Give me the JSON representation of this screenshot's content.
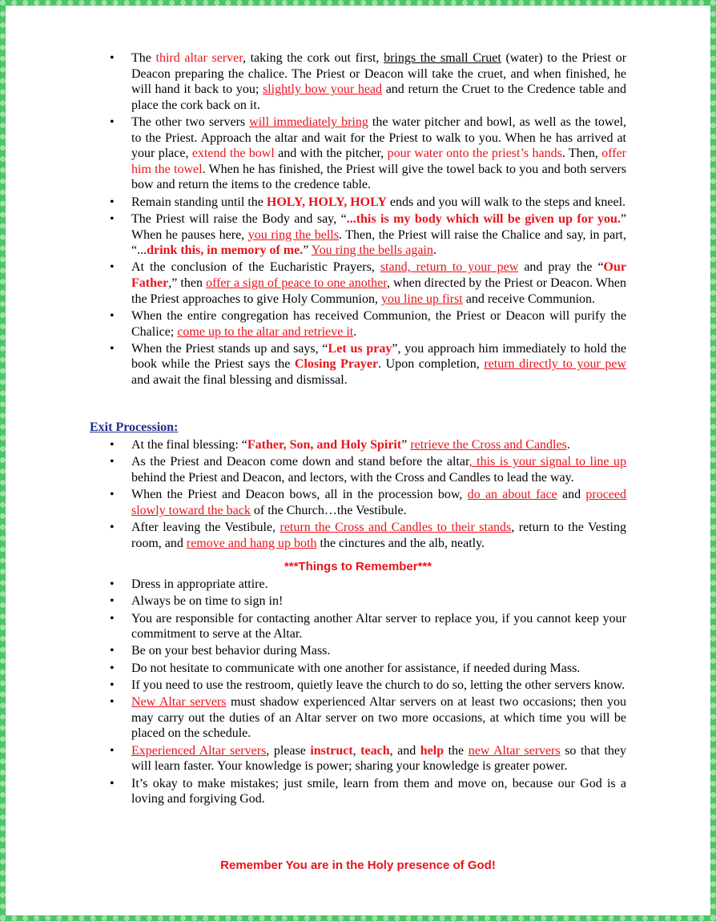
{
  "section1": {
    "items": [
      [
        {
          "t": "The ",
          "s": ""
        },
        {
          "t": "third altar server",
          "s": "r"
        },
        {
          "t": ", taking the cork out first, ",
          "s": ""
        },
        {
          "t": "brings the small Cruet",
          "s": "u"
        },
        {
          "t": " (water) to the Priest or Deacon preparing the chalice.  The Priest or Deacon will take the cruet, and when finished, he will hand it back to you; ",
          "s": ""
        },
        {
          "t": "slightly bow your head",
          "s": "ru"
        },
        {
          "t": " and return the Cruet to the Credence table and place the cork back on it.",
          "s": ""
        }
      ],
      [
        {
          "t": "The other two servers ",
          "s": ""
        },
        {
          "t": "will immediately bring",
          "s": "ru"
        },
        {
          "t": " the water pitcher and bowl, as well as the towel, to the Priest.  Approach the altar and wait for the Priest to walk to you.  When he has arrived at your place, ",
          "s": ""
        },
        {
          "t": "extend the bowl",
          "s": "r"
        },
        {
          "t": " and with the pitcher, ",
          "s": ""
        },
        {
          "t": "pour water onto the priest’s hands",
          "s": "r"
        },
        {
          "t": ".  Then, ",
          "s": ""
        },
        {
          "t": "offer him the towel",
          "s": "r"
        },
        {
          "t": ".  When he has finished, the Priest will give the towel back to you and both servers bow and return the items to the credence table.",
          "s": ""
        }
      ],
      [
        {
          "t": "Remain standing until the ",
          "s": ""
        },
        {
          "t": "HOLY, HOLY, HOLY",
          "s": "rb"
        },
        {
          "t": " ends and you will walk to the steps and kneel.",
          "s": ""
        }
      ],
      [
        {
          "t": "The Priest will raise the Body and say, “",
          "s": ""
        },
        {
          "t": "...this is my body which will be given up for you.",
          "s": "rb"
        },
        {
          "t": "”  When he pauses here, ",
          "s": ""
        },
        {
          "t": "you ring the bells",
          "s": "ru"
        },
        {
          "t": ".  Then, the Priest will raise the Chalice and say, in part, “...",
          "s": ""
        },
        {
          "t": "drink this, in memory of me.",
          "s": "rb"
        },
        {
          "t": "”  ",
          "s": ""
        },
        {
          "t": "You ring the bells again",
          "s": "ru"
        },
        {
          "t": ".",
          "s": ""
        }
      ],
      [
        {
          "t": "At the conclusion of the Eucharistic Prayers, ",
          "s": ""
        },
        {
          "t": "stand, return to your pew",
          "s": "ru"
        },
        {
          "t": " and pray the “",
          "s": ""
        },
        {
          "t": "Our Father",
          "s": "rb"
        },
        {
          "t": ",” then ",
          "s": ""
        },
        {
          "t": "offer a sign of peace to one another",
          "s": "ru"
        },
        {
          "t": ", when directed by the Priest or Deacon. When the Priest approaches to give Holy Communion, ",
          "s": ""
        },
        {
          "t": "you line up first",
          "s": "ru"
        },
        {
          "t": " and receive Communion.",
          "s": ""
        }
      ],
      [
        {
          "t": "When the entire congregation has received Communion, the Priest or Deacon will purify the Chalice; ",
          "s": ""
        },
        {
          "t": "come up to the altar and retrieve it",
          "s": "ru"
        },
        {
          "t": ".",
          "s": ""
        }
      ],
      [
        {
          "t": "When the Priest stands up and says, “",
          "s": ""
        },
        {
          "t": "Let us pray",
          "s": "rb"
        },
        {
          "t": "”, you approach him immediately to hold the book while the Priest says the ",
          "s": ""
        },
        {
          "t": "Closing Prayer",
          "s": "rb"
        },
        {
          "t": ".  Upon completion, ",
          "s": ""
        },
        {
          "t": "return directly to your pew",
          "s": "ru"
        },
        {
          "t": " and await the final blessing and dismissal.",
          "s": ""
        }
      ]
    ]
  },
  "exit": {
    "heading": "Exit Procession:",
    "items": [
      [
        {
          "t": "At the final blessing: “",
          "s": ""
        },
        {
          "t": "Father, Son, and Holy Spirit",
          "s": "rb"
        },
        {
          "t": "” ",
          "s": ""
        },
        {
          "t": "retrieve the Cross and Candles",
          "s": "ru"
        },
        {
          "t": ".",
          "s": ""
        }
      ],
      [
        {
          "t": "As the Priest and Deacon come down and stand before the altar",
          "s": ""
        },
        {
          "t": ", this is your signal to line up",
          "s": "ru"
        },
        {
          "t": " behind the Priest and Deacon, and lectors, with the Cross and Candles to lead the way.",
          "s": ""
        }
      ],
      [
        {
          "t": "When the Priest and Deacon bows, all in the procession bow, ",
          "s": ""
        },
        {
          "t": "do an about face",
          "s": "ru"
        },
        {
          "t": " and ",
          "s": ""
        },
        {
          "t": "proceed slowly toward the back",
          "s": "ru"
        },
        {
          "t": " of the Church…the Vestibule.",
          "s": ""
        }
      ],
      [
        {
          "t": "After leaving the Vestibule, ",
          "s": ""
        },
        {
          "t": "return the Cross and Candles to their stands",
          "s": "ru"
        },
        {
          "t": ", return to the Vesting room, and ",
          "s": ""
        },
        {
          "t": "remove and hang up both",
          "s": "ru"
        },
        {
          "t": " the cinctures and the alb, neatly.",
          "s": ""
        }
      ]
    ]
  },
  "remember": {
    "heading": "***Things to Remember***",
    "items": [
      [
        {
          "t": "Dress in appropriate attire.",
          "s": ""
        }
      ],
      [
        {
          "t": "Always be on time to sign in!",
          "s": ""
        }
      ],
      [
        {
          "t": "You are responsible for contacting another Altar server to replace you, if you cannot keep your commitment to serve at the Altar.",
          "s": ""
        }
      ],
      [
        {
          "t": "Be on your best behavior during Mass.",
          "s": ""
        }
      ],
      [
        {
          "t": "Do not hesitate to communicate with one another for assistance, if needed during Mass.",
          "s": ""
        }
      ],
      [
        {
          "t": "If you need to use the restroom, quietly leave the church to do so, letting the other servers know.",
          "s": ""
        }
      ],
      [
        {
          "t": "New Altar servers",
          "s": "ru"
        },
        {
          "t": " must shadow experienced Altar servers on at least two occasions; then you may carry out the duties of an Altar server on two more occasions, at which time you will be placed on the schedule.",
          "s": ""
        }
      ],
      [
        {
          "t": "Experienced Altar servers",
          "s": "ru"
        },
        {
          "t": ", please ",
          "s": ""
        },
        {
          "t": "instruct",
          "s": "rb"
        },
        {
          "t": ", ",
          "s": ""
        },
        {
          "t": "teach",
          "s": "rb"
        },
        {
          "t": ", and ",
          "s": ""
        },
        {
          "t": "help",
          "s": "rb"
        },
        {
          "t": " the ",
          "s": ""
        },
        {
          "t": "new Altar servers",
          "s": "ru"
        },
        {
          "t": " so that they will learn faster.  Your knowledge is power; sharing your knowledge is greater power.",
          "s": ""
        }
      ],
      [
        {
          "t": "It’s okay to make mistakes; just smile, learn from them and move on, because our God is a loving and forgiving God.",
          "s": ""
        }
      ]
    ]
  },
  "closing": {
    "text": "Remember You are in the Holy presence of God!"
  },
  "colors": {
    "accent_red": "#e8131b",
    "heading_blue": "#1f2f8a",
    "border_green": "#4cc468"
  }
}
